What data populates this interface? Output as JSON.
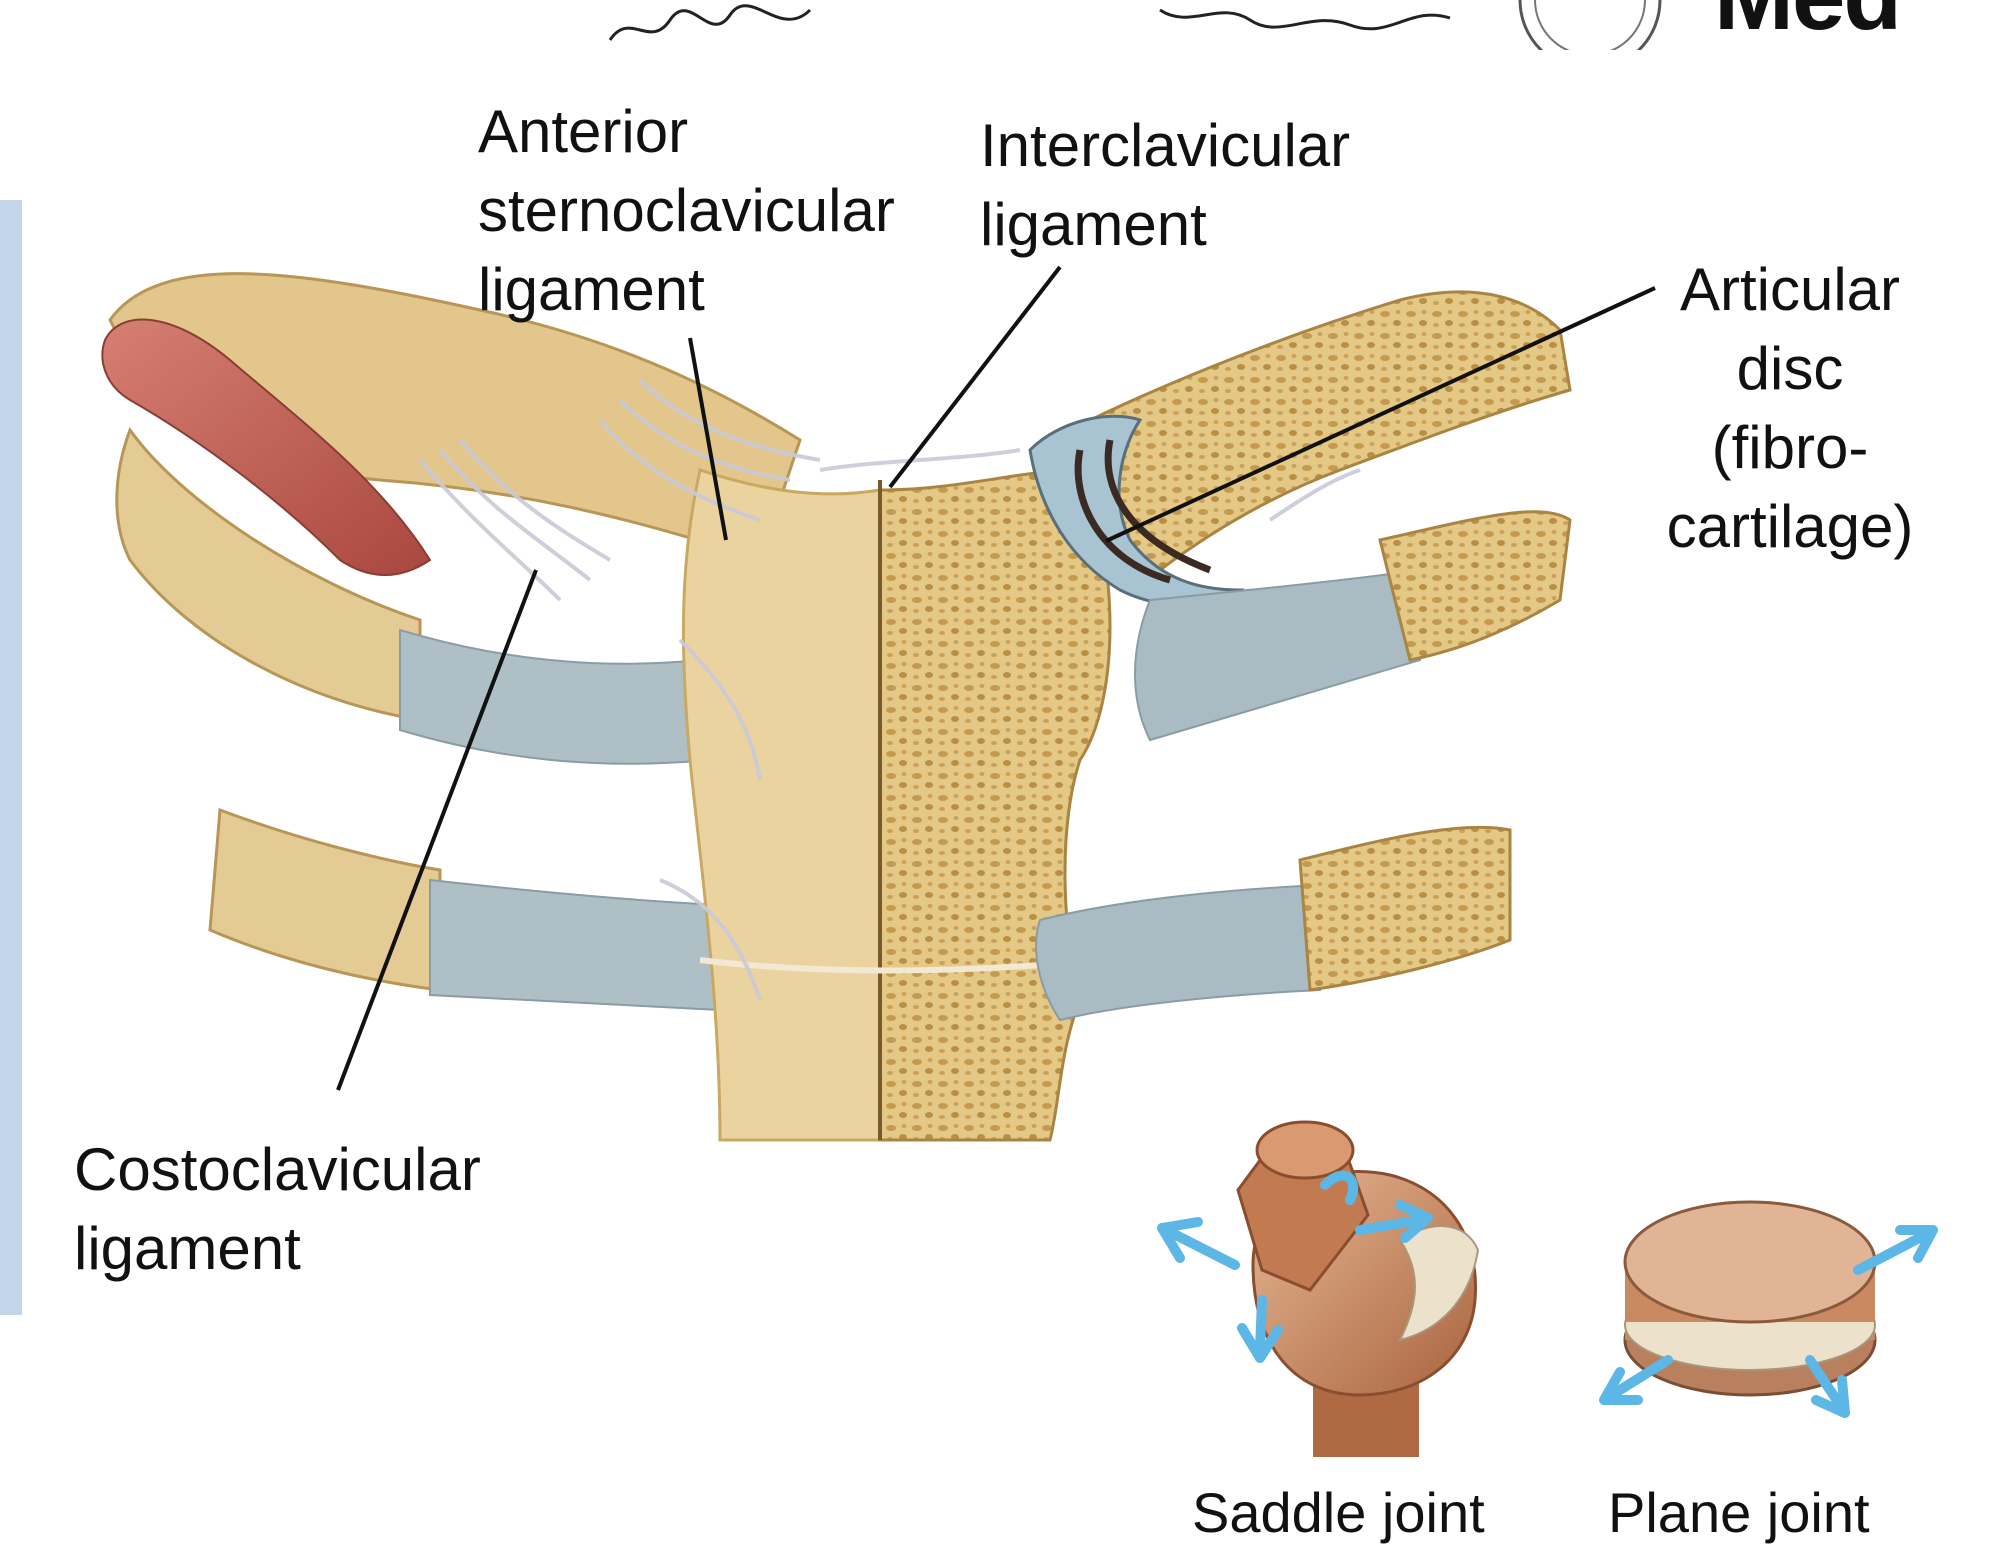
{
  "labels": {
    "anterior": [
      "Anterior",
      "sternoclavicular",
      "ligament"
    ],
    "interclavicular": [
      "Interclavicular",
      "ligament"
    ],
    "articular": [
      "Articular",
      "disc",
      "(fibro-",
      "cartilage)"
    ],
    "costoclavicular": [
      "Costoclavicular",
      "ligament"
    ]
  },
  "joints": {
    "saddle": "Saddle joint",
    "plane": "Plane joint"
  },
  "header": {
    "logo_fragment": "Med"
  },
  "colors": {
    "bone": "#e3c98e",
    "bone_dark": "#c9a862",
    "cancellous": "#d7b46a",
    "cartilage": "#a9bcc4",
    "ligament": "#dcdde6",
    "muscle": "#c2685e",
    "joint_model": "#c98a62",
    "arrow": "#5cb6e6",
    "accent_bar": "#c3d5e8"
  }
}
